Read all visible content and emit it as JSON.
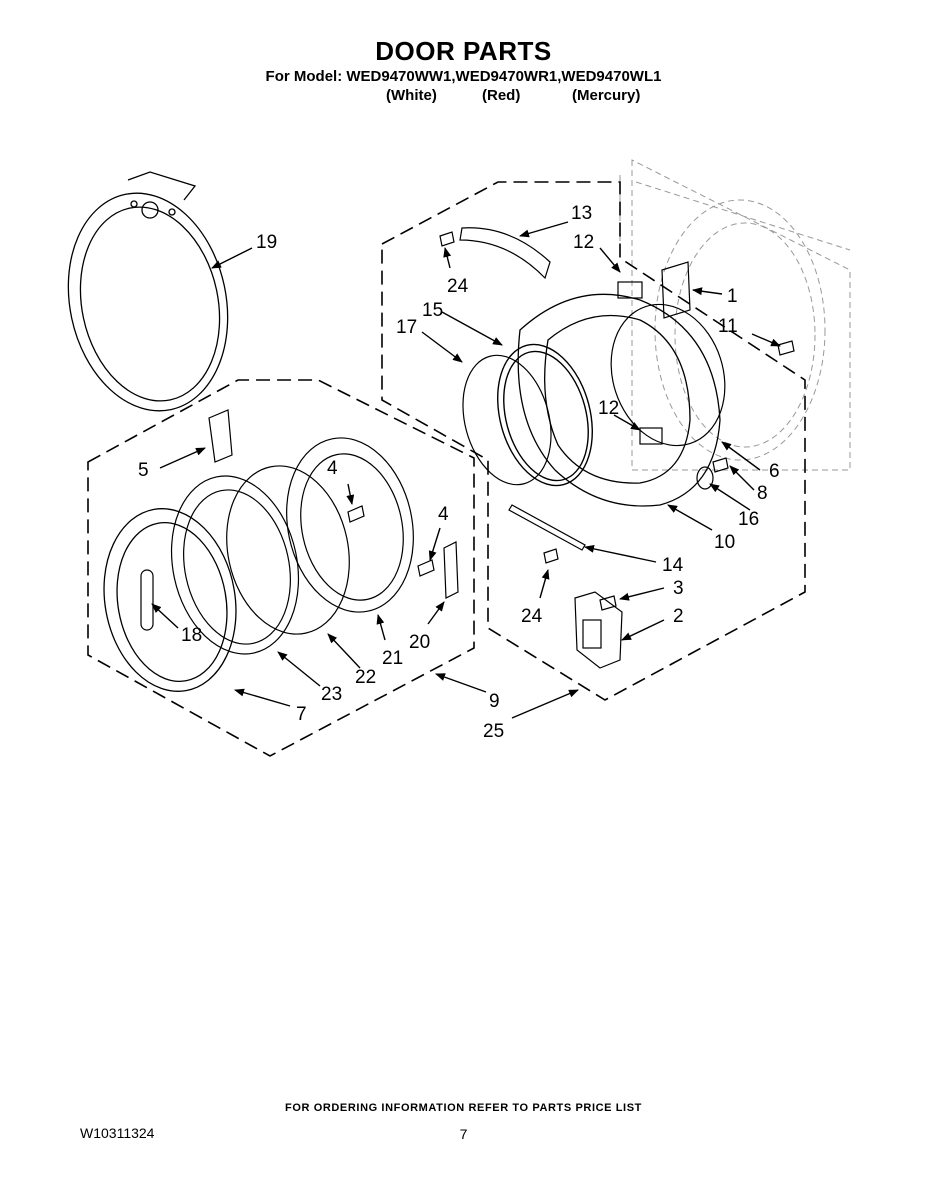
{
  "header": {
    "title": "DOOR PARTS",
    "model_line": "For Model: WED9470WW1,WED9470WR1,WED9470WL1",
    "colors": [
      "(White)",
      "(Red)",
      "(Mercury)"
    ]
  },
  "callouts": [
    "1",
    "2",
    "3",
    "4",
    "4",
    "5",
    "6",
    "7",
    "8",
    "9",
    "10",
    "11",
    "12",
    "12",
    "13",
    "14",
    "15",
    "16",
    "17",
    "18",
    "19",
    "20",
    "21",
    "22",
    "23",
    "24",
    "24",
    "25"
  ],
  "footer": {
    "ordering_note": "FOR ORDERING INFORMATION REFER TO PARTS PRICE LIST",
    "document_number": "W10311324",
    "page_number": "7"
  }
}
